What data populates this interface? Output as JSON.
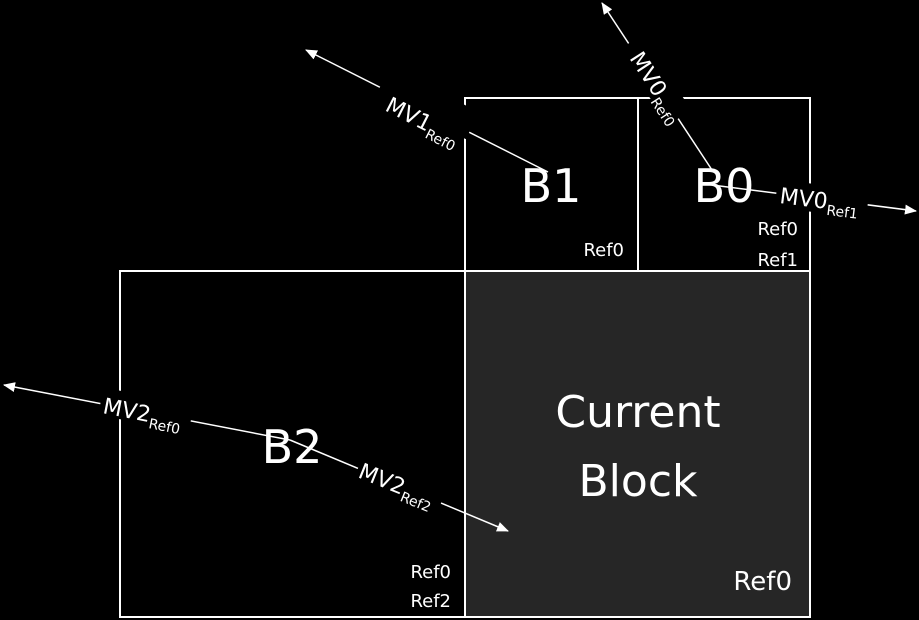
{
  "blocks": {
    "b0": {
      "label": "B0",
      "refs": [
        "Ref0",
        "Ref1"
      ]
    },
    "b1": {
      "label": "B1",
      "refs": [
        "Ref0"
      ]
    },
    "b2": {
      "label": "B2",
      "refs": [
        "Ref0",
        "Ref2"
      ]
    },
    "current": {
      "line1": "Current",
      "line2": "Block",
      "ref": "Ref0"
    }
  },
  "vectors": {
    "mv1_ref0": {
      "main": "MV1",
      "sub": "Ref0"
    },
    "mv0_ref0": {
      "main": "MV0",
      "sub": "Ref0"
    },
    "mv0_ref1": {
      "main": "MV0",
      "sub": "Ref1"
    },
    "mv2_ref0": {
      "main": "MV2",
      "sub": "Ref0"
    },
    "mv2_ref2": {
      "main": "MV2",
      "sub": "Ref2"
    }
  },
  "colors": {
    "background": "#000000",
    "stroke": "#ffffff",
    "current_fill": "#262626"
  }
}
